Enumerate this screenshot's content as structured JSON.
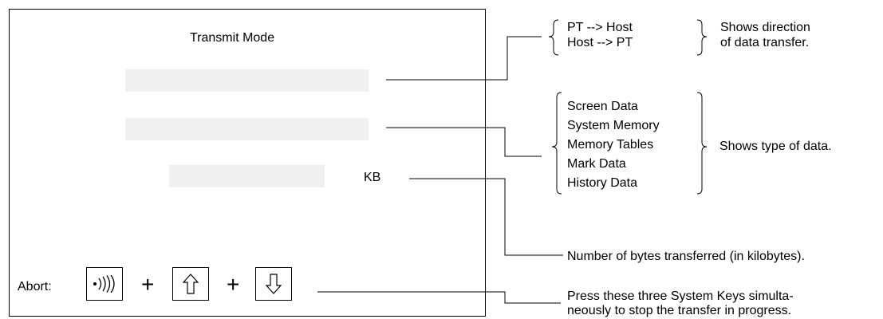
{
  "screen": {
    "title": "Transmit Mode",
    "unit": "KB",
    "abort_label": "Abort:",
    "plus": "+",
    "keys": [
      {
        "icon": "transmit-waves-icon"
      },
      {
        "icon": "up-arrow-icon"
      },
      {
        "icon": "down-arrow-icon"
      }
    ]
  },
  "annotations": {
    "direction": {
      "options": [
        "PT --> Host",
        "Host --> PT"
      ],
      "desc": [
        "Shows direction",
        "of data transfer."
      ]
    },
    "data_type": {
      "options": [
        "Screen Data",
        "System Memory",
        "Memory Tables",
        "Mark Data",
        "History Data"
      ],
      "desc": "Shows type of data."
    },
    "bytes": "Number of bytes transferred (in kilobytes).",
    "keys": [
      "Press these three System Keys simulta-",
      "neously to stop the transfer in progress."
    ]
  }
}
